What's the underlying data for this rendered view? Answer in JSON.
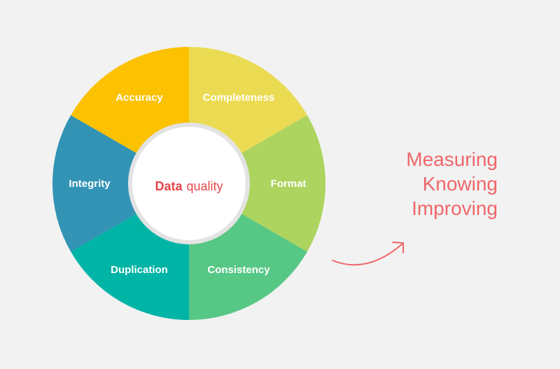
{
  "diagram": {
    "center": {
      "strong": "Data",
      "light": "quality"
    },
    "segments": [
      {
        "label": "Completeness",
        "color": "#ebdb52"
      },
      {
        "label": "Format",
        "color": "#acd45e"
      },
      {
        "label": "Consistency",
        "color": "#57c785"
      },
      {
        "label": "Duplication",
        "color": "#00b4a6"
      },
      {
        "label": "Integrity",
        "color": "#3293b5"
      },
      {
        "label": "Accuracy",
        "color": "#fcc100"
      }
    ],
    "side_words": [
      "Measuring",
      "Knowing",
      "Improving"
    ],
    "accent_color": "#f0666a",
    "arrow_icon": "curved-arrow-icon"
  }
}
